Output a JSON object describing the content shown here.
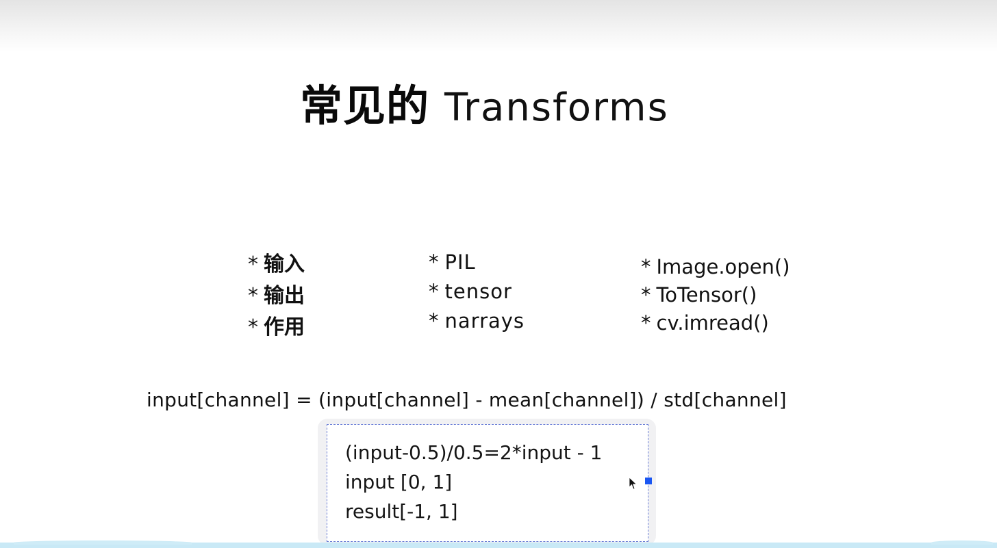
{
  "slide": {
    "title": {
      "cn": "常见的",
      "en": "Transforms"
    },
    "columns": [
      {
        "items": [
          {
            "bullet": "*",
            "text": "输入"
          },
          {
            "bullet": "*",
            "text": "输出"
          },
          {
            "bullet": "*",
            "text": "作用"
          }
        ]
      },
      {
        "items": [
          {
            "bullet": "*",
            "text": "PIL"
          },
          {
            "bullet": "*",
            "text": "tensor"
          },
          {
            "bullet": "*",
            "text": "narrays"
          }
        ]
      },
      {
        "items": [
          {
            "bullet": "*",
            "text": "Image.open()"
          },
          {
            "bullet": "*",
            "text": "ToTensor()"
          },
          {
            "bullet": "*",
            "text": "cv.imread()"
          }
        ]
      }
    ],
    "formula": "input[channel] = (input[channel] - mean[channel]) / std[channel]",
    "textbox": {
      "lines": [
        "(input-0.5)/0.5=2*input - 1",
        "input [0, 1]",
        "result[-1, 1]"
      ],
      "selected": true
    }
  },
  "colors": {
    "text": "#111111",
    "selection_border": "#6c7fd6",
    "resize_handle": "#1a56f2",
    "bottom_band": "#c9e9f6",
    "top_shade": "#e4e4e4"
  },
  "icons": {
    "cursor": "mouse-pointer-icon",
    "handle": "resize-handle"
  }
}
